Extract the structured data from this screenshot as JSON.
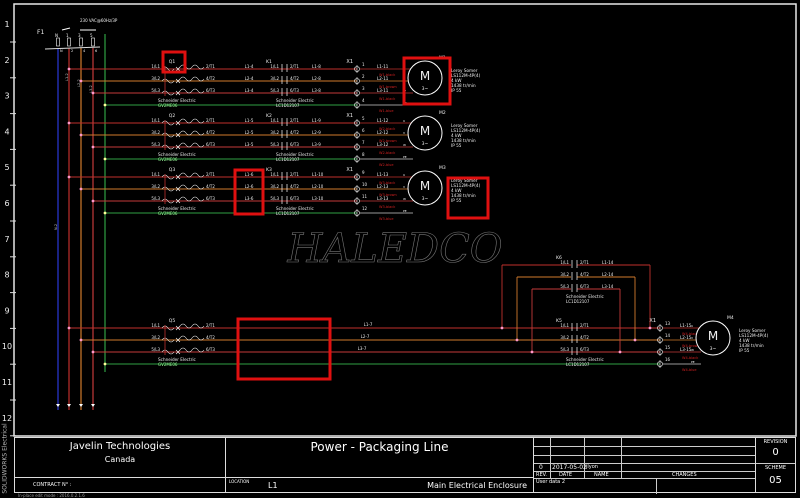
{
  "colors": {
    "L1": "#c0302c",
    "L2": "#d07a2c",
    "L3": "#c43a3a",
    "N": "#2a38d8",
    "PE": "#2fa043",
    "highlight": "#e01010",
    "frame": "#e8e8e8",
    "label_red": "#d02020"
  },
  "row_numbers": [
    "1",
    "2",
    "3",
    "4",
    "5",
    "6",
    "7",
    "8",
    "9",
    "10",
    "11",
    "12"
  ],
  "supply": {
    "tag": "F1",
    "voltage": "230 VAC@60Hz/3P",
    "top_terminals": [
      "N",
      "1",
      "3",
      "5"
    ],
    "bottom_terminals": [
      "N",
      "2",
      "4",
      "6"
    ],
    "bus_labels": [
      "N-2",
      "L1-2",
      "L2-2",
      "L3-2"
    ]
  },
  "breakers": [
    {
      "tag": "Q1",
      "maker": "Schneider Electric",
      "part": "GV2ME06",
      "inputs": [
        "1/L1",
        "3/L2",
        "5/L3"
      ],
      "outputs": [
        "2/T1",
        "4/T2",
        "6/T3"
      ],
      "wires": [
        "L1-4",
        "L2-4",
        "L3-4"
      ]
    },
    {
      "tag": "Q2",
      "maker": "Schneider Electric",
      "part": "GV2ME06",
      "inputs": [
        "1/L1",
        "3/L2",
        "5/L3"
      ],
      "outputs": [
        "2/T1",
        "4/T2",
        "6/T3"
      ],
      "wires": [
        "L1-5",
        "L2-5",
        "L3-5"
      ]
    },
    {
      "tag": "Q3",
      "maker": "Schneider Electric",
      "part": "GV2ME06",
      "inputs": [
        "1/L1",
        "3/L2",
        "5/L3"
      ],
      "outputs": [
        "2/T1",
        "4/T2",
        "6/T3"
      ],
      "wires": [
        "L1-6",
        "L2-6",
        "L3-6"
      ]
    },
    {
      "tag": "Q5",
      "maker": "Schneider Electric",
      "part": "GV2ME06",
      "inputs": [
        "1/L1",
        "3/L2",
        "5/L3"
      ],
      "outputs": [
        "2/T1",
        "4/T2",
        "6/T3"
      ],
      "wires": [
        "L1-7",
        "L2-7",
        "L3-7"
      ]
    }
  ],
  "contactors": [
    {
      "tag": "K1",
      "maker": "Schneider Electric",
      "part": "LC1D12107",
      "inputs": [
        "1/L1",
        "3/L2",
        "5/L3"
      ],
      "outputs": [
        "2/T1",
        "4/T2",
        "6/T3"
      ],
      "wires": [
        "L1-8",
        "L2-8",
        "L3-8"
      ]
    },
    {
      "tag": "K2",
      "maker": "Schneider Electric",
      "part": "LC1D12107",
      "inputs": [
        "1/L1",
        "3/L2",
        "5/L3"
      ],
      "outputs": [
        "2/T1",
        "4/T2",
        "6/T3"
      ],
      "wires": [
        "L1-9",
        "L2-9",
        "L3-9"
      ]
    },
    {
      "tag": "K3",
      "maker": "Schneider Electric",
      "part": "LC1D12107",
      "inputs": [
        "1/L1",
        "3/L2",
        "5/L3"
      ],
      "outputs": [
        "2/T1",
        "4/T2",
        "6/T3"
      ],
      "wires": [
        "L1-10",
        "L2-10",
        "L3-10"
      ]
    },
    {
      "tag": "K5",
      "maker": "Schneider Electric",
      "part": "LC1D12107",
      "inputs": [
        "1/L1",
        "3/L2",
        "5/L3"
      ],
      "outputs": [
        "2/T1",
        "4/T2",
        "6/T3"
      ],
      "wires": [
        "",
        "",
        ""
      ]
    },
    {
      "tag": "K6",
      "maker": "Schneider Electric",
      "part": "LC1D12107",
      "inputs": [
        "1/L1",
        "3/L2",
        "5/L3"
      ],
      "outputs": [
        "2/T1",
        "4/T2",
        "6/T3"
      ],
      "wires": [
        "L1-14",
        "L2-14",
        "L3-14"
      ]
    }
  ],
  "terminal_strip": "X1",
  "motors": [
    {
      "tag": "M1",
      "symbol": "M",
      "phase": "3~",
      "terminals": [
        "1",
        "2",
        "3",
        "4"
      ],
      "wires": [
        "L1-11",
        "L2-11",
        "L3-11"
      ],
      "cables": [
        "W1-black",
        "W1-brown",
        "W1-black",
        "W1-blue"
      ],
      "pins": [
        "U",
        "V",
        "W",
        "PE"
      ],
      "spec": [
        "Leroy Somer",
        "LS112M-4P(4)",
        "4 kW",
        "1438 tr/min",
        "IP 55"
      ]
    },
    {
      "tag": "M2",
      "symbol": "M",
      "phase": "3~",
      "terminals": [
        "5",
        "6",
        "7",
        "8"
      ],
      "wires": [
        "L1-12",
        "L2-12",
        "L3-12"
      ],
      "cables": [
        "W2-black",
        "W2-brown",
        "W2-black",
        "W2-blue"
      ],
      "pins": [
        "U",
        "V",
        "W",
        "PE"
      ],
      "spec": [
        "Leroy Somer",
        "LS112M-4P(4)",
        "4 kW",
        "1438 tr/min",
        "IP 55"
      ]
    },
    {
      "tag": "M3",
      "symbol": "M",
      "phase": "3~",
      "terminals": [
        "9",
        "10",
        "11",
        "12"
      ],
      "wires": [
        "L1-13",
        "L2-13",
        "L3-13"
      ],
      "cables": [
        "W3-black",
        "W3-brown",
        "W3-black",
        "W3-blue"
      ],
      "pins": [
        "U",
        "V",
        "W",
        "PE"
      ],
      "spec": [
        "Leroy Somer",
        "LS112M-4P(4)",
        "4 kW",
        "1438 tr/min",
        "IP 55"
      ]
    },
    {
      "tag": "M4",
      "symbol": "M",
      "phase": "3~",
      "terminals": [
        "13",
        "14",
        "15",
        "16"
      ],
      "wires": [
        "L1-15",
        "L2-15",
        "L3-15"
      ],
      "cables": [
        "W4-black",
        "W4-brown",
        "W4-black",
        "W4-blue"
      ],
      "pins": [
        "U",
        "V",
        "W",
        "PE"
      ],
      "spec": [
        "Leroy Somer",
        "LS112M-4P(4)",
        "4 kW",
        "1438 tr/min",
        "IP 55"
      ]
    }
  ],
  "watermark": "HALEDCO",
  "side_label": "SOLIDWORKS Electrical",
  "title_block": {
    "company": "Javelin Technologies",
    "country": "Canada",
    "title": "Power - Packaging Line",
    "contract_label": "CONTRACT N° :",
    "location_label": "LOCATION",
    "location": "L1",
    "enclosure": "Main Electrical Enclosure",
    "revision_row": {
      "rev": "0",
      "date": "2017-05-02",
      "name": "jlyon",
      "changes": ""
    },
    "headers": {
      "rev": "REV.",
      "date": "DATE",
      "name": "NAME",
      "changes": "CHANGES"
    },
    "user_data": "User data 2",
    "revision_label": "REVISION",
    "revision": "0",
    "scheme_label": "SCHEME",
    "scheme": "05",
    "footer": "In-place edit mode : 2016.0.2.1.6"
  }
}
